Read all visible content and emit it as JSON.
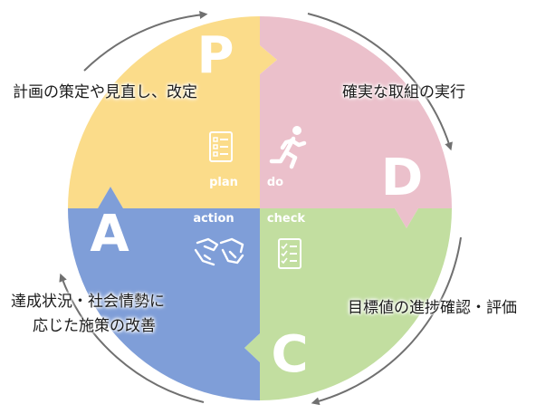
{
  "cycle": {
    "plan": {
      "letter": "P",
      "label": "plan",
      "description": "計画の策定や見直し、改定",
      "color": "#fbdc8a"
    },
    "do": {
      "letter": "D",
      "label": "do",
      "description": "確実な取組の実行",
      "color": "#ebc0cb"
    },
    "check": {
      "letter": "C",
      "label": "check",
      "description": "目標値の進捗確認・評価",
      "color": "#c2dea0"
    },
    "action": {
      "letter": "A",
      "label": "action",
      "description_line1": "達成状況・社会情勢に",
      "description_line2": "応じた施策の改善",
      "color": "#7f9ed8"
    }
  },
  "icons": {
    "plan": "checklist-icon",
    "do": "running-person-icon",
    "check": "checklist-icon",
    "action": "handshake-icon"
  },
  "arrow_color": "#707070"
}
